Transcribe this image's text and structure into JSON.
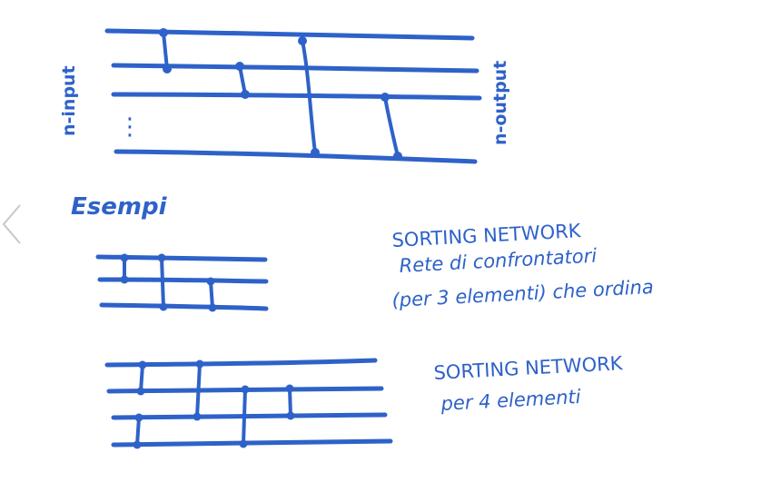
{
  "colors": {
    "ink": "#2e62c9",
    "arrow": "#c8c8c8"
  },
  "icons": {
    "nav": "chevron-left-icon"
  },
  "general": {
    "input_label": "n-input",
    "output_label": "n-output",
    "ellipsis": "⋮"
  },
  "examples_heading": "Esempi",
  "network3": {
    "title": "SORTING NETWORK",
    "line2": "Rete di confrontatori",
    "line3": "(per 3 elementi) che ordina"
  },
  "network4": {
    "title": "SORTING NETWORK",
    "line2": "per 4 elementi"
  }
}
